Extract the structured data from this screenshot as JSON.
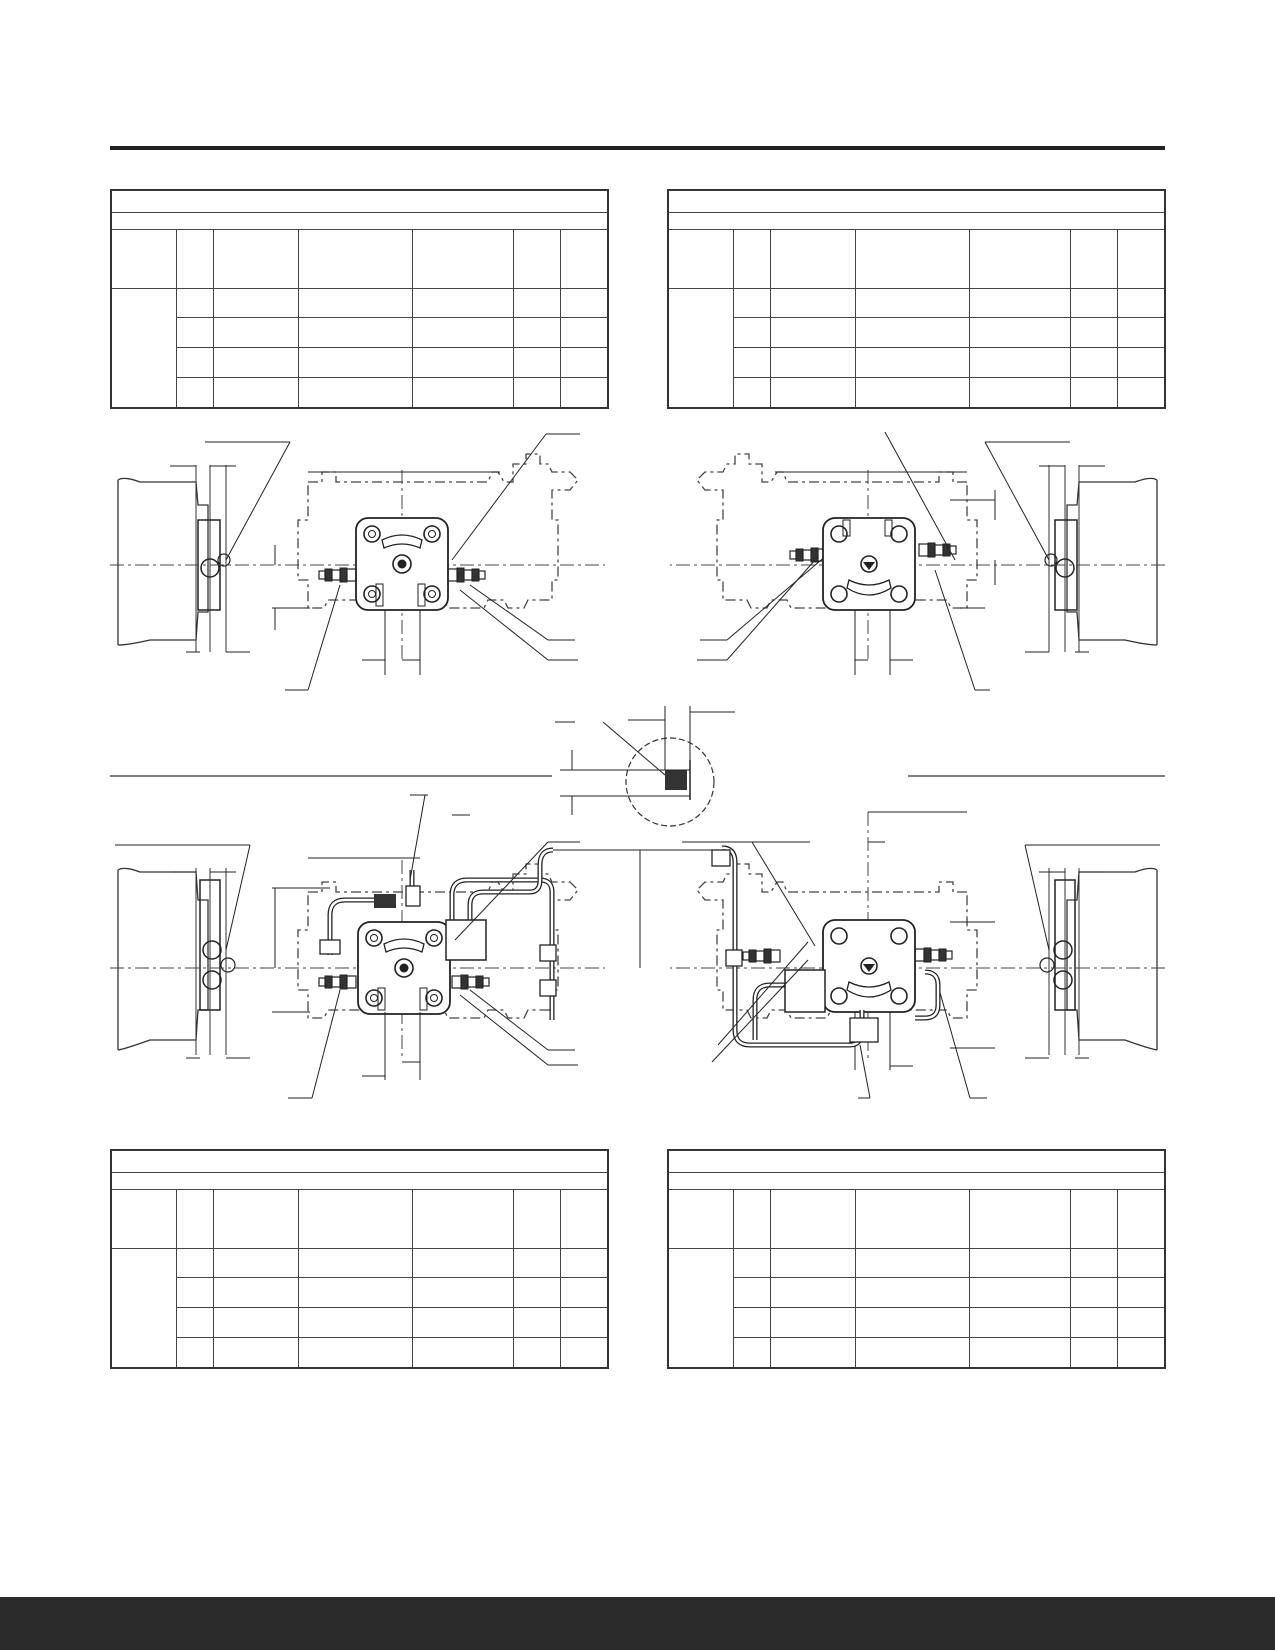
{
  "header": {
    "rule_color": "#222222"
  },
  "tables": [
    {
      "id": "top-left",
      "caption": "",
      "rows": 4
    },
    {
      "id": "top-right",
      "caption": "",
      "rows": 4
    },
    {
      "id": "bottom-left",
      "caption": "",
      "rows": 4
    },
    {
      "id": "bottom-right",
      "caption": "",
      "rows": 4
    }
  ],
  "drawings": [
    {
      "id": "top-left-view",
      "icon": "compressor-end-view-icon"
    },
    {
      "id": "top-right-view",
      "icon": "compressor-end-view-icon"
    },
    {
      "id": "detail-view",
      "icon": "fitting-detail-icon"
    },
    {
      "id": "bottom-left-view",
      "icon": "compressor-piped-view-icon"
    },
    {
      "id": "bottom-right-view",
      "icon": "compressor-piped-view-icon"
    }
  ],
  "footer": {
    "color": "#2a2a2a",
    "text": ""
  }
}
